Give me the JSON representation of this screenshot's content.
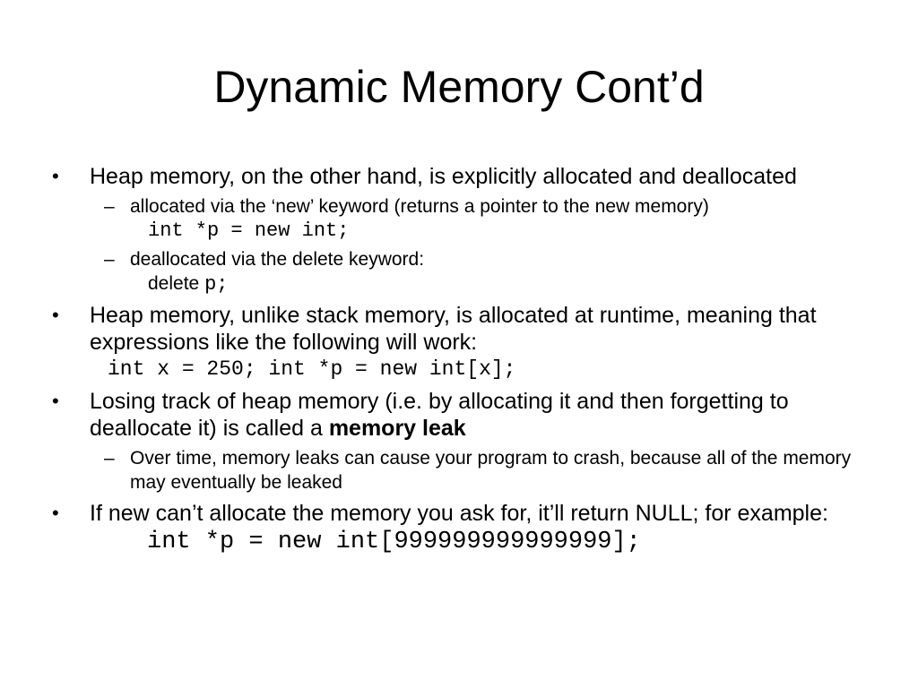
{
  "slide": {
    "title": "Dynamic Memory Cont’d",
    "bullets": [
      {
        "text": "Heap memory, on the other hand, is explicitly allocated and deallocated",
        "subs": [
          {
            "text": "allocated via the ‘new’ keyword (returns a pointer to the new memory)",
            "code": "int *p = new int;"
          },
          {
            "text": "deallocated via the delete keyword:",
            "code_word": "delete ",
            "code_mono": "p;"
          }
        ]
      },
      {
        "text": "Heap memory, unlike stack memory, is allocated at runtime, meaning that expressions like the following will work:",
        "code": "int x = 250; int *p = new int[x];"
      },
      {
        "text_before": "Losing track of heap memory (i.e. by allocating it and then forgetting to deallocate it) is called a ",
        "text_bold": "memory leak",
        "subs": [
          {
            "text": "Over time, memory leaks can cause your program to crash, because all of the memory may eventually be leaked"
          }
        ]
      },
      {
        "text": "If new can’t allocate the memory you ask for, it’ll return NULL; for example:",
        "code": "int *p = new int[999999999999999];"
      }
    ],
    "bullet_symbol": "•",
    "dash_symbol": "–"
  }
}
